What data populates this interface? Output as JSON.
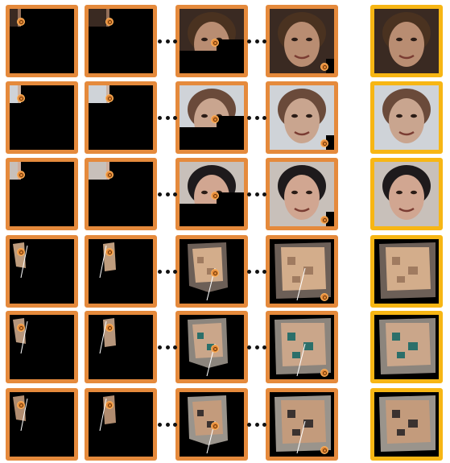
{
  "colors": {
    "frame": "#E58A3C",
    "final_frame": "#F7B614",
    "marker": "#E58A3C",
    "background": "#000000"
  },
  "rows": [
    {
      "kind": "face",
      "tone": "#b98d72",
      "hair": "#4a3220",
      "bg": "#3a2a22"
    },
    {
      "kind": "face",
      "tone": "#c9a58f",
      "hair": "#6a4a3a",
      "bg": "#cfd3d8"
    },
    {
      "kind": "face",
      "tone": "#d1a691",
      "hair": "#1e1a1c",
      "bg": "#c8c0ba"
    },
    {
      "kind": "room",
      "tone": "#d3ad8b",
      "accent": "#a07b60",
      "bg": "#6c5f57"
    },
    {
      "kind": "room",
      "tone": "#caa68a",
      "accent": "#2b6f6a",
      "bg": "#8c857d"
    },
    {
      "kind": "room",
      "tone": "#c39b7c",
      "accent": "#3a3230",
      "bg": "#9a948c"
    }
  ]
}
